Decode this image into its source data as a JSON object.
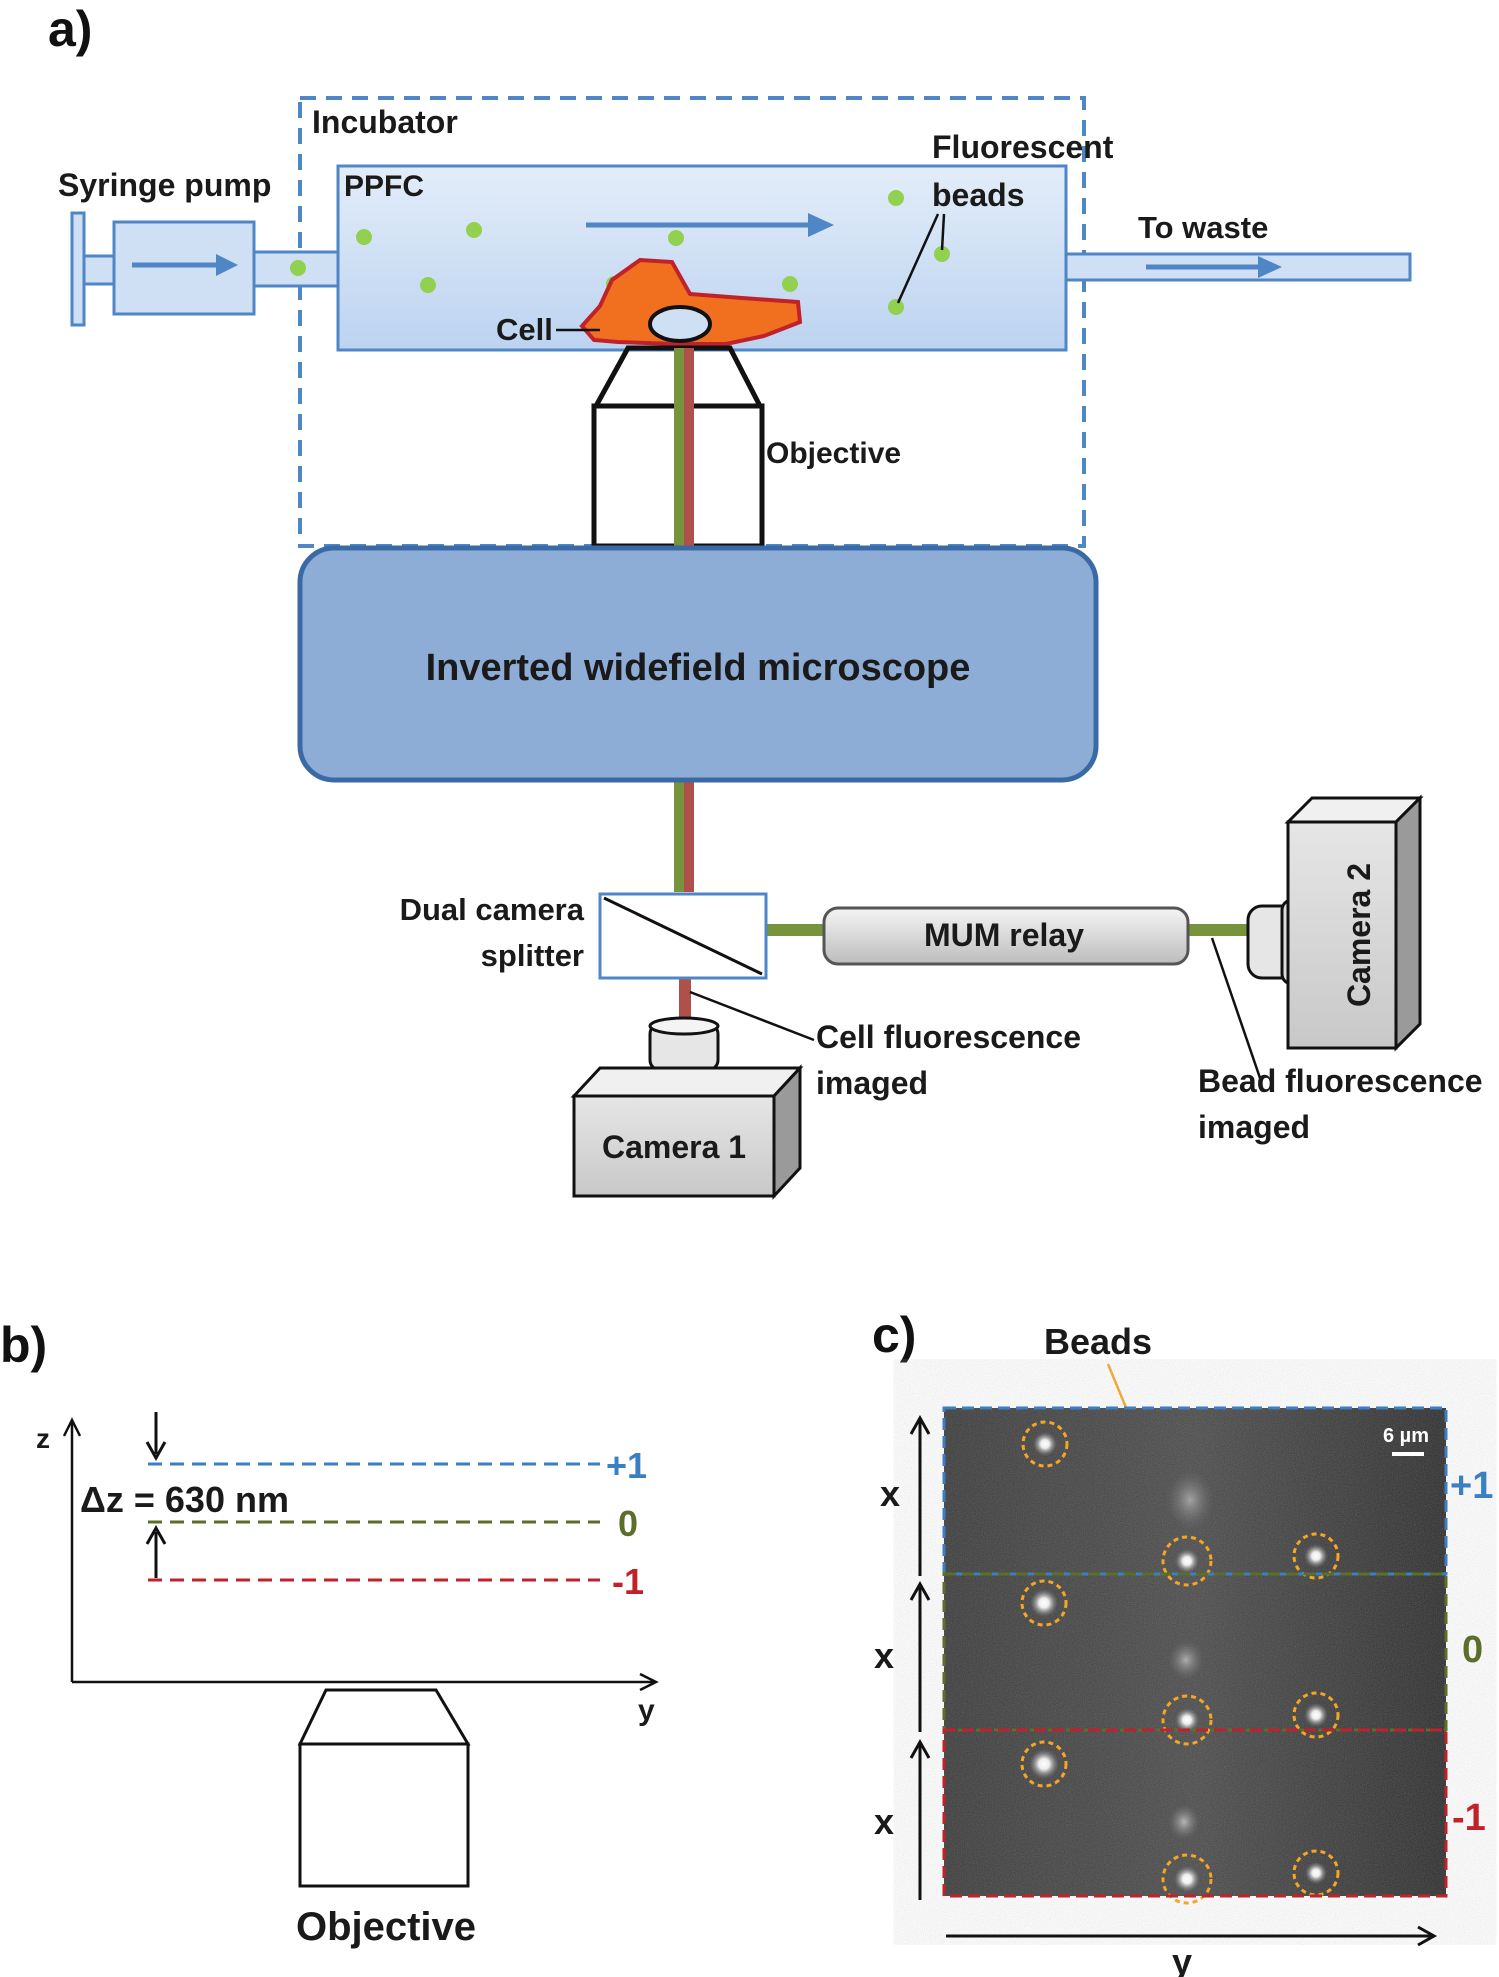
{
  "panel_a": {
    "panel_label": "a)",
    "incubator": "Incubator",
    "syringe_pump": "Syringe pump",
    "ppfc": "PPFC",
    "fluorescent_beads_line1": "Fluorescent",
    "fluorescent_beads_line2": "beads",
    "to_waste": "To waste",
    "cell": "Cell",
    "objective": "Objective",
    "microscope": "Inverted widefield microscope",
    "splitter_line1": "Dual camera",
    "splitter_line2": "splitter",
    "mum_relay": "MUM relay",
    "camera2": "Camera 2",
    "camera1": "Camera 1",
    "cell_fluor_line1": "Cell fluorescence",
    "cell_fluor_line2": "imaged",
    "bead_fluor_line1": "Bead fluorescence",
    "bead_fluor_line2": "imaged"
  },
  "panel_b": {
    "panel_label": "b)",
    "axis_z": "z",
    "axis_y": "y",
    "delta_z": "Δz = 630 nm",
    "plane_plus": "+1",
    "plane_zero": "0",
    "plane_minus": "-1",
    "objective": "Objective"
  },
  "panel_c": {
    "panel_label": "c)",
    "beads": "Beads",
    "scale_bar": "6 µm",
    "axis_x_1": "x",
    "axis_x_2": "x",
    "axis_x_3": "x",
    "axis_y": "y",
    "plane_plus": "+1",
    "plane_zero": "0",
    "plane_minus": "-1"
  },
  "colors": {
    "plane_plus": "#3a7fc1",
    "plane_zero": "#5b6e2a",
    "plane_minus": "#c0222a",
    "incubator": "#4f86c6",
    "chamber": "#cfe0f5",
    "microscope": "#8eadd6",
    "bead": "#92d050",
    "cell": "#f07020",
    "green_beam": "#77933c",
    "red_beam": "#b0504a",
    "bead_circle": "#f5a623"
  }
}
